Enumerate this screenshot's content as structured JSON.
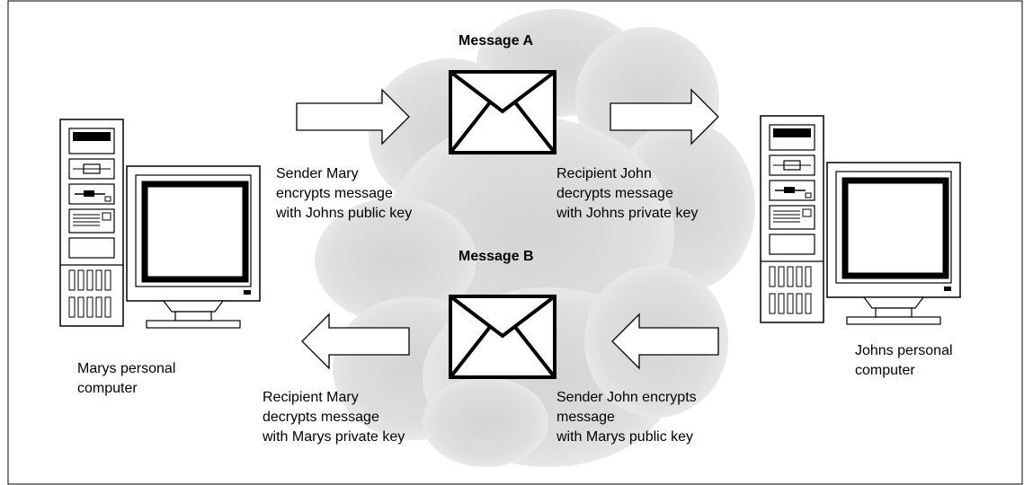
{
  "message_a": {
    "title": "Message A",
    "sender": [
      "Sender Mary",
      "encrypts message",
      "with Johns public key"
    ],
    "recipient": [
      "Recipient John",
      "decrypts message",
      "with Johns private key"
    ]
  },
  "message_b": {
    "title": "Message B",
    "sender": [
      "Sender John encrypts",
      "message",
      "with Marys public key"
    ],
    "recipient": [
      "Recipient Mary",
      "decrypts message",
      "with Marys private key"
    ]
  },
  "computers": {
    "mary": [
      "Marys personal",
      "computer"
    ],
    "john": [
      "Johns personal",
      "computer"
    ]
  }
}
